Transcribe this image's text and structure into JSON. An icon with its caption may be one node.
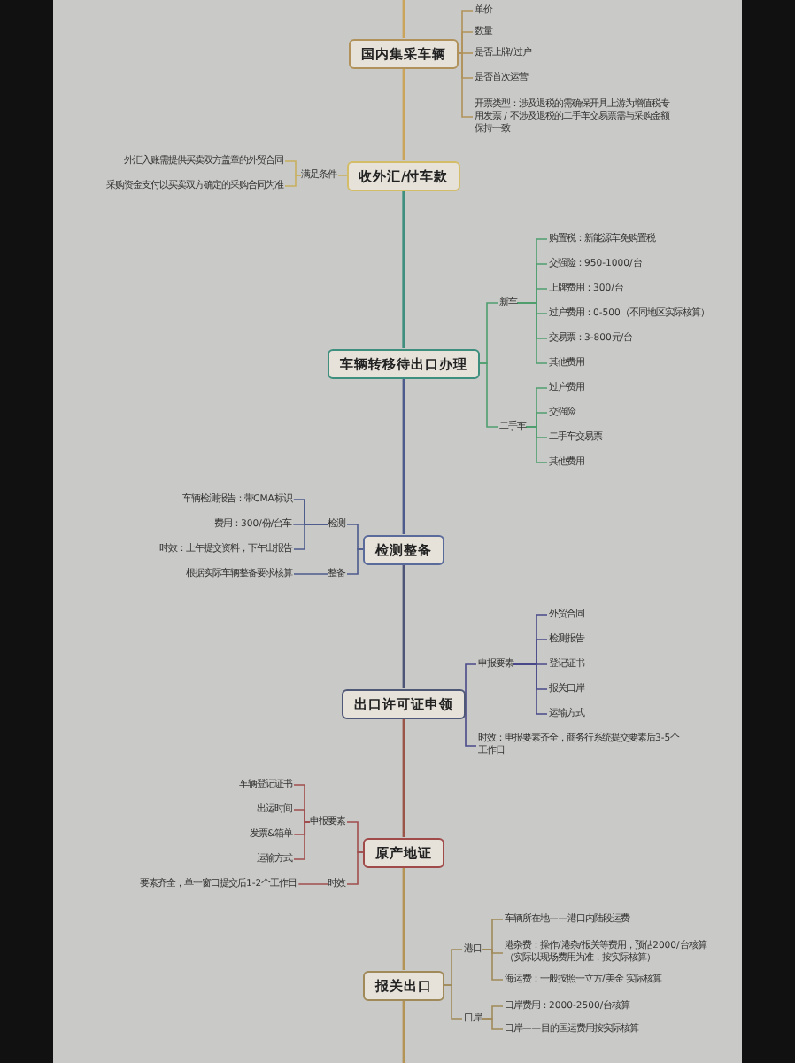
{
  "diagram": {
    "nodes": [
      {
        "text": [
          "国内集采车辆"
        ]
      },
      {
        "text": [
          "单价"
        ]
      },
      {
        "text": [
          "数量"
        ]
      },
      {
        "text": [
          "是否上牌/过户"
        ]
      },
      {
        "text": [
          "是否首次运营"
        ]
      },
      {
        "text": [
          "开票类型：涉及退税的需确保开具上游为增值税专用发票 / 不涉及退税的二手车交易票需与采购金额保持一致"
        ]
      },
      {
        "text": [
          "收外汇/付车款"
        ]
      },
      {
        "text": [
          "满足条件"
        ]
      },
      {
        "text": [
          "外汇入账需提供买卖双方盖章的外贸合同"
        ]
      },
      {
        "text": [
          "采购资金支付以买卖双方确定的采购合同为准"
        ]
      },
      {
        "text": [
          "车辆转移待出口办理"
        ]
      },
      {
        "text": [
          "新车"
        ]
      },
      {
        "text": [
          "购置税：新能源车免购置税"
        ]
      },
      {
        "text": [
          "交强险：950-1000/台"
        ]
      },
      {
        "text": [
          "上牌费用：300/台"
        ]
      },
      {
        "text": [
          "过户费用：0-500（不同地区实际核算）"
        ]
      },
      {
        "text": [
          "交易票：3-800元/台"
        ]
      },
      {
        "text": [
          "其他费用"
        ]
      },
      {
        "text": [
          "二手车"
        ]
      },
      {
        "text": [
          "过户费用"
        ]
      },
      {
        "text": [
          "交强险"
        ]
      },
      {
        "text": [
          "二手车交易票"
        ]
      },
      {
        "text": [
          "其他费用"
        ]
      },
      {
        "text": [
          "检测整备"
        ]
      },
      {
        "text": [
          "检测"
        ]
      },
      {
        "text": [
          "车辆检测报告：带CMA标识"
        ]
      },
      {
        "text": [
          "费用：300/份/台车"
        ]
      },
      {
        "text": [
          "时效：上午提交资料，下午出报告"
        ]
      },
      {
        "text": [
          "整备"
        ]
      },
      {
        "text": [
          "根据实际车辆整备要求核算"
        ]
      },
      {
        "text": [
          "出口许可证申领"
        ]
      },
      {
        "text": [
          "申报要素"
        ]
      },
      {
        "text": [
          "外贸合同"
        ]
      },
      {
        "text": [
          "检测报告"
        ]
      },
      {
        "text": [
          "登记证书"
        ]
      },
      {
        "text": [
          "报关口岸"
        ]
      },
      {
        "text": [
          "运输方式"
        ]
      },
      {
        "text": [
          "时效：申报要素齐全，商务行系统提交要素后3-5个工作日"
        ]
      },
      {
        "text": [
          "原产地证"
        ]
      },
      {
        "text": [
          "申报要素"
        ]
      },
      {
        "text": [
          "车辆登记证书"
        ]
      },
      {
        "text": [
          "出运时间"
        ]
      },
      {
        "text": [
          "发票&箱单"
        ]
      },
      {
        "text": [
          "运输方式"
        ]
      },
      {
        "text": [
          "时效"
        ]
      },
      {
        "text": [
          "要素齐全，单一窗口提交后1-2个工作日"
        ]
      },
      {
        "text": [
          "报关出口"
        ]
      },
      {
        "text": [
          "港口"
        ]
      },
      {
        "text": [
          "车辆所在地——港口内陆段运费"
        ]
      },
      {
        "text": [
          "港杂费：操作/港杂/报关等费用，预估2000/台核算（实际以现场费用为准，按实际核算）"
        ]
      },
      {
        "text": [
          "海运费：一般按照一立方/美金 实际核算"
        ]
      },
      {
        "text": [
          "口岸"
        ]
      },
      {
        "text": [
          "口岸费用：2000-2500/台核算"
        ]
      },
      {
        "text": [
          "口岸——目的国运费用按实际核算"
        ]
      }
    ],
    "edges": [
      {
        "from": null,
        "to": 0,
        "arrow": "none",
        "color": "#c9a45a"
      },
      {
        "from": 0,
        "to": 1,
        "arrow": "none",
        "color": "#b0925a"
      },
      {
        "from": 0,
        "to": 2,
        "arrow": "none",
        "color": "#b0925a"
      },
      {
        "from": 0,
        "to": 3,
        "arrow": "none",
        "color": "#b0925a"
      },
      {
        "from": 0,
        "to": 4,
        "arrow": "none",
        "color": "#b0925a"
      },
      {
        "from": 0,
        "to": 5,
        "arrow": "none",
        "color": "#b0925a"
      },
      {
        "from": 0,
        "to": 6,
        "arrow": "none",
        "color": "#c9a45a"
      },
      {
        "from": 6,
        "to": 7,
        "arrow": "none",
        "color": "#c8b060"
      },
      {
        "from": 7,
        "to": 8,
        "arrow": "none",
        "color": "#c8b060"
      },
      {
        "from": 7,
        "to": 9,
        "arrow": "none",
        "color": "#c8b060"
      },
      {
        "from": 6,
        "to": 10,
        "arrow": "none",
        "color": "#3f8f7f"
      },
      {
        "from": 10,
        "to": 11,
        "arrow": "none",
        "color": "#4f9f6f"
      },
      {
        "from": 11,
        "to": 12,
        "arrow": "none",
        "color": "#4f9f6f"
      },
      {
        "from": 11,
        "to": 13,
        "arrow": "none",
        "color": "#4f9f6f"
      },
      {
        "from": 11,
        "to": 14,
        "arrow": "none",
        "color": "#4f9f6f"
      },
      {
        "from": 11,
        "to": 15,
        "arrow": "none",
        "color": "#4f9f6f"
      },
      {
        "from": 11,
        "to": 16,
        "arrow": "none",
        "color": "#4f9f6f"
      },
      {
        "from": 11,
        "to": 17,
        "arrow": "none",
        "color": "#4f9f6f"
      },
      {
        "from": 10,
        "to": 18,
        "arrow": "none",
        "color": "#4f9f6f"
      },
      {
        "from": 18,
        "to": 19,
        "arrow": "none",
        "color": "#4f9f6f"
      },
      {
        "from": 18,
        "to": 20,
        "arrow": "none",
        "color": "#4f9f6f"
      },
      {
        "from": 18,
        "to": 21,
        "arrow": "none",
        "color": "#4f9f6f"
      },
      {
        "from": 18,
        "to": 22,
        "arrow": "none",
        "color": "#4f9f6f"
      },
      {
        "from": 10,
        "to": 23,
        "arrow": "none",
        "color": "#4d5b8c"
      },
      {
        "from": 23,
        "to": 24,
        "arrow": "none",
        "color": "#4d5b8c"
      },
      {
        "from": 24,
        "to": 25,
        "arrow": "none",
        "color": "#4d5b8c"
      },
      {
        "from": 24,
        "to": 26,
        "arrow": "none",
        "color": "#4d5b8c"
      },
      {
        "from": 24,
        "to": 27,
        "arrow": "none",
        "color": "#4d5b8c"
      },
      {
        "from": 23,
        "to": 28,
        "arrow": "none",
        "color": "#4d5b8c"
      },
      {
        "from": 28,
        "to": 29,
        "arrow": "none",
        "color": "#4d5b8c"
      },
      {
        "from": 23,
        "to": 30,
        "arrow": "none",
        "color": "#4d5478"
      },
      {
        "from": 30,
        "to": 31,
        "arrow": "none",
        "color": "#4a4a8a"
      },
      {
        "from": 31,
        "to": 32,
        "arrow": "none",
        "color": "#4a4a8a"
      },
      {
        "from": 31,
        "to": 33,
        "arrow": "none",
        "color": "#4a4a8a"
      },
      {
        "from": 31,
        "to": 34,
        "arrow": "none",
        "color": "#4a4a8a"
      },
      {
        "from": 31,
        "to": 35,
        "arrow": "none",
        "color": "#4a4a8a"
      },
      {
        "from": 31,
        "to": 36,
        "arrow": "none",
        "color": "#4a4a8a"
      },
      {
        "from": 30,
        "to": 37,
        "arrow": "none",
        "color": "#4a4a8a"
      },
      {
        "from": 30,
        "to": 38,
        "arrow": "none",
        "color": "#9a5548"
      },
      {
        "from": 38,
        "to": 39,
        "arrow": "none",
        "color": "#a04e4e"
      },
      {
        "from": 39,
        "to": 40,
        "arrow": "none",
        "color": "#a04e4e"
      },
      {
        "from": 39,
        "to": 41,
        "arrow": "none",
        "color": "#a04e4e"
      },
      {
        "from": 39,
        "to": 42,
        "arrow": "none",
        "color": "#a04e4e"
      },
      {
        "from": 39,
        "to": 43,
        "arrow": "none",
        "color": "#a04e4e"
      },
      {
        "from": 38,
        "to": 44,
        "arrow": "none",
        "color": "#a04e4e"
      },
      {
        "from": 44,
        "to": 45,
        "arrow": "none",
        "color": "#a04e4e"
      },
      {
        "from": 38,
        "to": 46,
        "arrow": "none",
        "color": "#b39455"
      },
      {
        "from": 46,
        "to": 47,
        "arrow": "none",
        "color": "#a08a5a"
      },
      {
        "from": 47,
        "to": 48,
        "arrow": "none",
        "color": "#a08a5a"
      },
      {
        "from": 47,
        "to": 49,
        "arrow": "none",
        "color": "#a08a5a"
      },
      {
        "from": 47,
        "to": 50,
        "arrow": "none",
        "color": "#a08a5a"
      },
      {
        "from": 46,
        "to": 51,
        "arrow": "none",
        "color": "#a08a5a"
      },
      {
        "from": 51,
        "to": 52,
        "arrow": "none",
        "color": "#a08a5a"
      },
      {
        "from": 51,
        "to": 53,
        "arrow": "none",
        "color": "#a08a5a"
      },
      {
        "from": 46,
        "to": null,
        "arrow": "none",
        "color": "#b39455"
      }
    ]
  }
}
